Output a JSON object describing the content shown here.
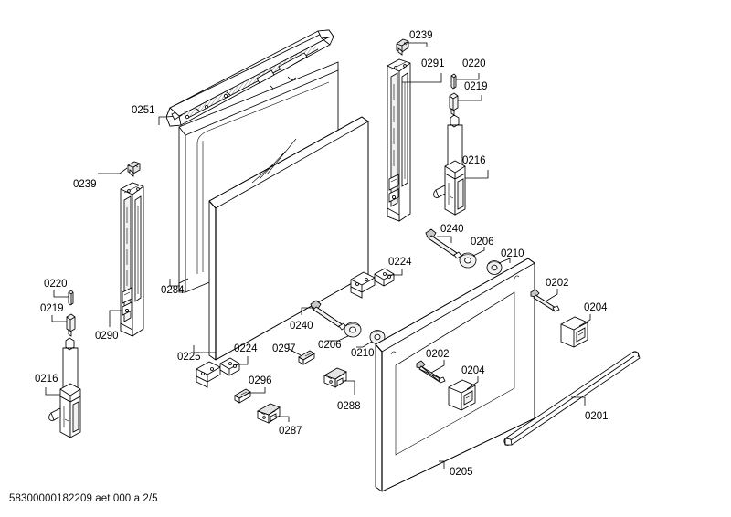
{
  "document": {
    "footer_text": "58300000182209 aet 000 a 2/5",
    "sheet_number": "2/5",
    "document_id": "58300000182209",
    "revision": "aet 000 a",
    "title": "Oven Door Exploded Parts Diagram",
    "background_color": "#ffffff",
    "line_color": "#000000"
  },
  "labels": {
    "l0251": "0251",
    "l0239_top": "0239",
    "l0291": "0291",
    "l0220_top": "0220",
    "l0219_top": "0219",
    "l0216_top": "0216",
    "l0239_left": "0239",
    "l0290": "0290",
    "l0284": "0284",
    "l0220_left": "0220",
    "l0219_left": "0219",
    "l0216_left": "0216",
    "l0225": "0225",
    "l0224_left": "0224",
    "l0297": "0297",
    "l0296": "0296",
    "l0287": "0287",
    "l0288": "0288",
    "l0240_left": "0240",
    "l0206_left": "0206",
    "l0210_left": "0210",
    "l0224_right": "0224",
    "l0240_right": "0240",
    "l0206_right": "0206",
    "l0210_right": "0210",
    "l0202_out": "0202",
    "l0204_out": "0204",
    "l0202_in": "0202",
    "l0204_in": "0204",
    "l0205": "0205",
    "l0201": "0201"
  },
  "parts": [
    {
      "number": "0201",
      "name": "door-handle-bar",
      "description": "long angled handle bar, lower right"
    },
    {
      "number": "0202",
      "name": "handle-screw",
      "description": "handle mounting screw, two instances"
    },
    {
      "number": "0204",
      "name": "handle-spacer-block",
      "description": "small block/cap, two instances"
    },
    {
      "number": "0205",
      "name": "outer-door-glass-panel",
      "description": "large outer glass panel with inner frame"
    },
    {
      "number": "0206",
      "name": "washer",
      "description": "round washer, two instances"
    },
    {
      "number": "0210",
      "name": "spacer-bushing",
      "description": "small bushing, two instances"
    },
    {
      "number": "0216",
      "name": "spring-hinge-assembly",
      "description": "coil-spring hinge with hooked lever, left and right"
    },
    {
      "number": "0219",
      "name": "hinge-pin-large",
      "description": "short pin, left and right"
    },
    {
      "number": "0220",
      "name": "hinge-pin-small",
      "description": "thin pin, left and right"
    },
    {
      "number": "0224",
      "name": "mounting-bracket",
      "description": "angled bracket, left and right"
    },
    {
      "number": "0225",
      "name": "front-door-glass",
      "description": "front glass pane"
    },
    {
      "number": "0239",
      "name": "corner-clip",
      "description": "small corner clip, left and right"
    },
    {
      "number": "0240",
      "name": "long-screw",
      "description": "long shoulder screw, two instances"
    },
    {
      "number": "0251",
      "name": "top-trim-rail",
      "description": "long horizontal top trim rail"
    },
    {
      "number": "0284",
      "name": "inner-glass-panel",
      "description": "rear inner glass panel"
    },
    {
      "number": "0287",
      "name": "small-catch-bracket",
      "description": "small bracket"
    },
    {
      "number": "0288",
      "name": "small-latch-bracket",
      "description": "small bracket"
    },
    {
      "number": "0290",
      "name": "left-side-rail",
      "description": "tall vertical side profile rail, left"
    },
    {
      "number": "0291",
      "name": "right-side-rail",
      "description": "tall vertical side profile rail, right"
    },
    {
      "number": "0296",
      "name": "clip-strip-a",
      "description": "tiny clip"
    },
    {
      "number": "0297",
      "name": "clip-strip-b",
      "description": "tiny clip"
    }
  ]
}
